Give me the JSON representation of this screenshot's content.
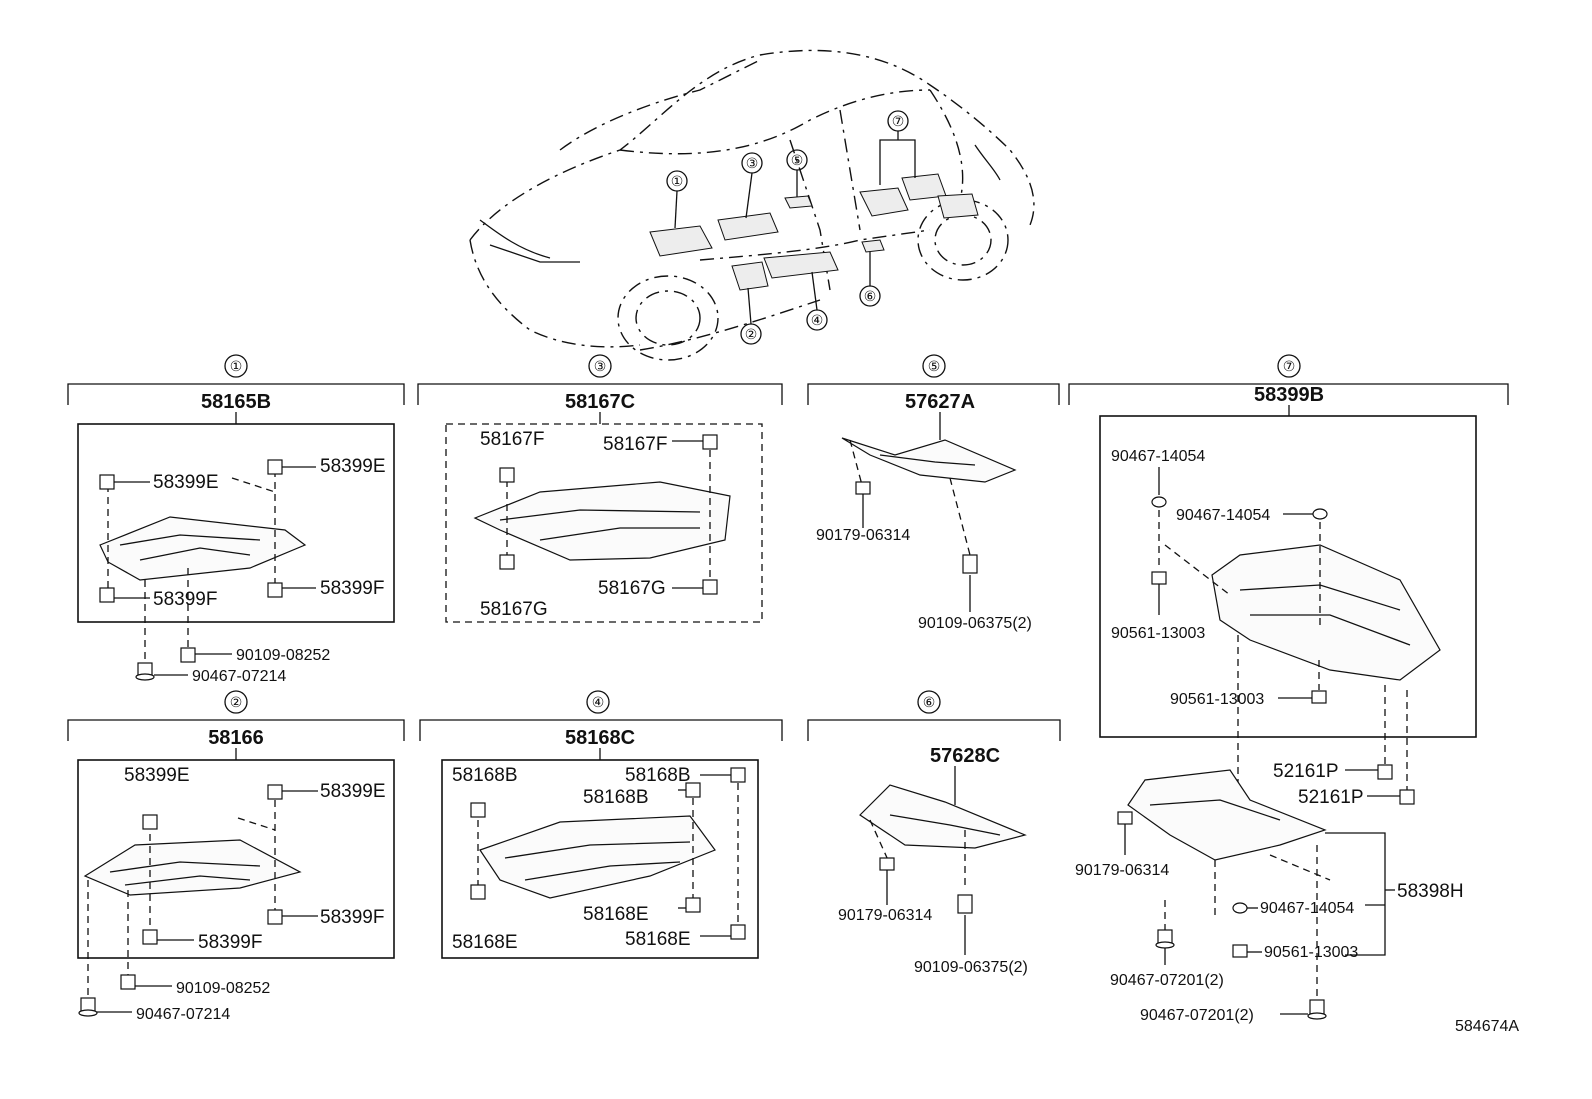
{
  "callouts": [
    "①",
    "②",
    "③",
    "④",
    "⑤",
    "⑥",
    "⑦"
  ],
  "groups": {
    "g1": {
      "callout": "①",
      "title": "58165B",
      "p1": "58399E",
      "p2": "58399E",
      "p3": "58399F",
      "p4": "58399F",
      "f1": "90109-08252",
      "f2": "90467-07214"
    },
    "g2": {
      "callout": "②",
      "title": "58166",
      "p1": "58399E",
      "p2": "58399E",
      "p3": "58399F",
      "p4": "58399F",
      "f1": "90109-08252",
      "f2": "90467-07214"
    },
    "g3": {
      "callout": "③",
      "title": "58167C",
      "p1": "58167F",
      "p2": "58167F",
      "p3": "58167G",
      "p4": "58167G"
    },
    "g4": {
      "callout": "④",
      "title": "58168C",
      "p1": "58168B",
      "p2": "58168B",
      "p3": "58168B",
      "p4": "58168E",
      "p5": "58168E",
      "p6": "58168E"
    },
    "g5": {
      "callout": "⑤",
      "title": "57627A",
      "f1": "90179-06314",
      "f2": "90109-06375(2)"
    },
    "g6": {
      "callout": "⑥",
      "title": "57628C",
      "f1": "90179-06314",
      "f2": "90109-06375(2)"
    },
    "g7": {
      "callout": "⑦",
      "title": "58399B",
      "f1": "90467-14054",
      "f2": "90467-14054",
      "f3": "90561-13003",
      "f4": "90561-13003",
      "f5": "52161P",
      "f6": "52161P",
      "f7": "90179-06314",
      "f8": "58398H",
      "f9": "90467-14054",
      "f10": "90561-13003",
      "f11": "90467-07201(2)",
      "f12": "90467-07201(2)"
    }
  },
  "car_callouts": {
    "c1": "①",
    "c2": "②",
    "c3": "③",
    "c4": "④",
    "c5": "⑤",
    "c6": "⑥",
    "c7": "⑦"
  },
  "figure_id": "584674A"
}
